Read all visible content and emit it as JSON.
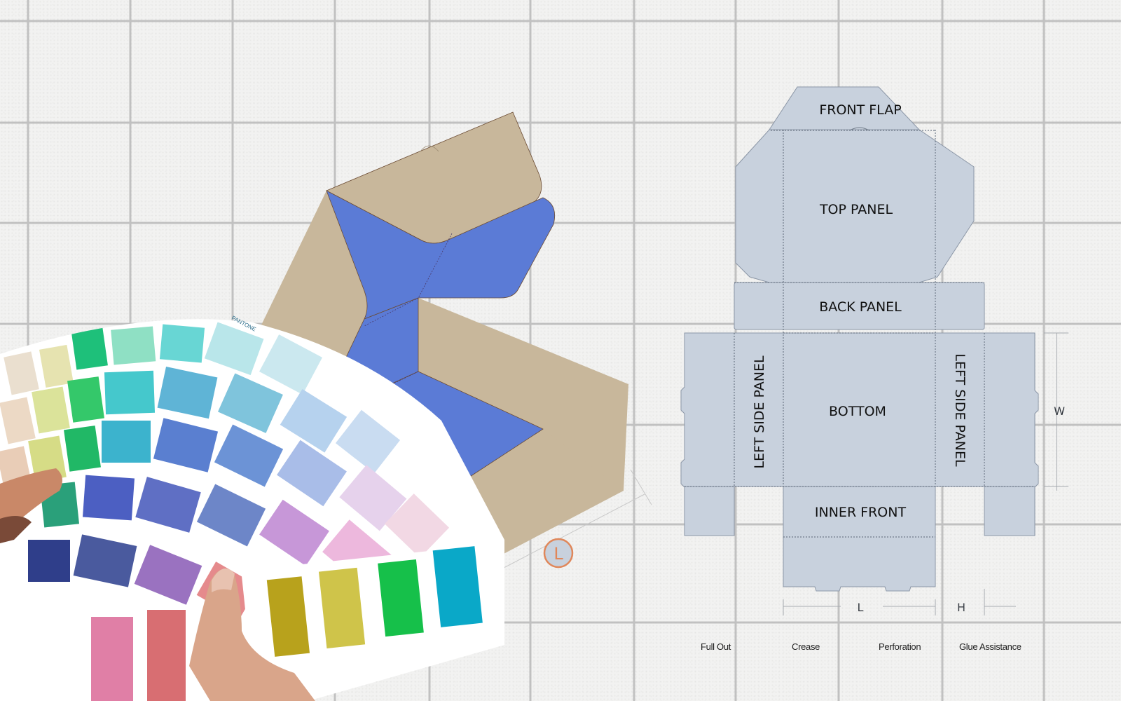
{
  "dieline": {
    "panels": {
      "front_flap": "FRONT FLAP",
      "top_panel": "TOP PANEL",
      "back_panel": "BACK PANEL",
      "left_side_panel_a": "LEFT SIDE PANEL",
      "bottom": "BOTTOM",
      "left_side_panel_b": "LEFT SIDE PANEL",
      "inner_front": "INNER FRONT"
    },
    "dimensions": {
      "length": "L",
      "height": "H",
      "width": "W"
    },
    "fill_color": "#c8d1dd",
    "outline_color": "#8b96a6"
  },
  "legend": {
    "items": [
      "Full Out",
      "Crease",
      "Perforation",
      "Glue Assistance"
    ]
  },
  "box_3d": {
    "outer_color": "#c8b79b",
    "inner_color": "#5b7bd6",
    "marker_label": "L",
    "marker_color": "#e0875a"
  },
  "swatch_fan": {
    "brand_text": "PANTONE",
    "bottom_swatches": [
      "#b8a21c",
      "#cfc44a",
      "#16c04a",
      "#0aa8c8"
    ]
  }
}
